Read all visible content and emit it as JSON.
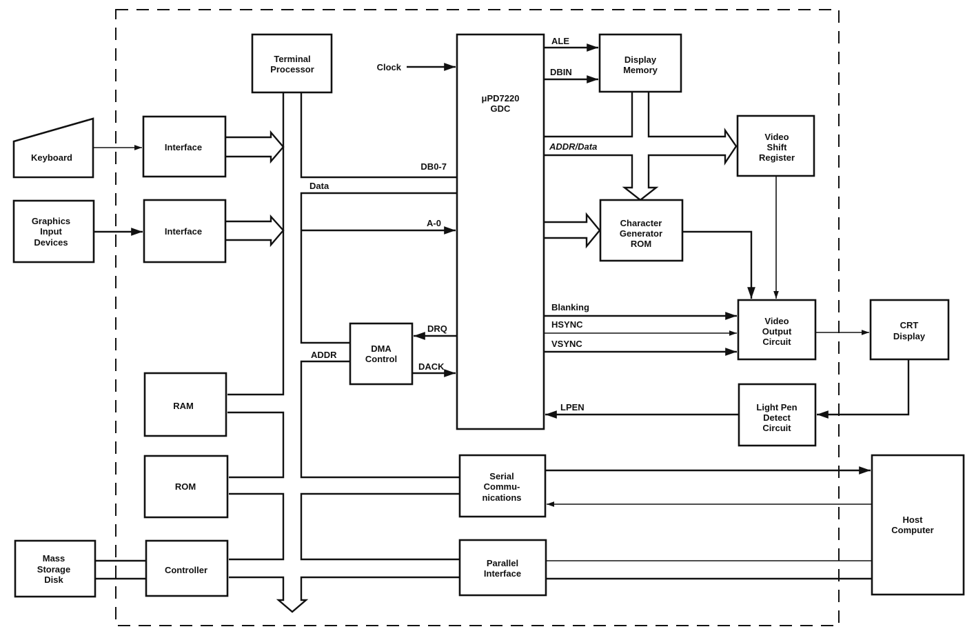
{
  "diagram": {
    "type": "block-diagram",
    "title": "",
    "colors": {
      "ink": "#111111",
      "background": "#ffffff"
    },
    "blocks": {
      "keyboard": [
        "Keyboard"
      ],
      "interface_kb": [
        "Interface"
      ],
      "graphics_input": [
        "Graphics",
        "Input",
        "Devices"
      ],
      "interface_gfx": [
        "Interface"
      ],
      "terminal_processor": [
        "Terminal",
        "Processor"
      ],
      "gdc": [
        "μPD7220",
        "GDC"
      ],
      "display_memory": [
        "Display",
        "Memory"
      ],
      "video_shift_register": [
        "Video",
        "Shift",
        "Register"
      ],
      "char_gen_rom": [
        "Character",
        "Generator",
        "ROM"
      ],
      "video_output": [
        "Video",
        "Output",
        "Circuit"
      ],
      "crt_display": [
        "CRT",
        "Display"
      ],
      "light_pen": [
        "Light Pen",
        "Detect",
        "Circuit"
      ],
      "dma_control": [
        "DMA",
        "Control"
      ],
      "ram": [
        "RAM"
      ],
      "rom": [
        "ROM"
      ],
      "controller": [
        "Controller"
      ],
      "mass_storage": [
        "Mass",
        "Storage",
        "Disk"
      ],
      "serial": [
        "Serial",
        "Commu-",
        "nications"
      ],
      "parallel": [
        "Parallel",
        "Interface"
      ],
      "host": [
        "Host",
        "Computer"
      ]
    },
    "signals": {
      "clock": "Clock",
      "ale": "ALE",
      "dbin": "DBIN",
      "addr_data": "ADDR/Data",
      "db0_7": "DB0-7",
      "data": "Data",
      "a0": "A-0",
      "drq": "DRQ",
      "dack": "DACK",
      "addr": "ADDR",
      "blanking": "Blanking",
      "hsync": "HSYNC",
      "vsync": "VSYNC",
      "lpen": "LPEN"
    },
    "connections": [
      {
        "from": "Keyboard",
        "to": "Interface (keyboard)"
      },
      {
        "from": "Graphics Input Devices",
        "to": "Interface (graphics)"
      },
      {
        "from": "Interface (keyboard)",
        "to": "System bus"
      },
      {
        "from": "Interface (graphics)",
        "to": "System bus"
      },
      {
        "from": "Terminal Processor",
        "to": "System bus"
      },
      {
        "from": "System bus",
        "to": "μPD7220 GDC",
        "signal": "DB0-7 / Data"
      },
      {
        "from": "System bus",
        "to": "μPD7220 GDC",
        "signal": "A-0"
      },
      {
        "from": "μPD7220 GDC",
        "to": "DMA Control",
        "signal": "DRQ"
      },
      {
        "from": "DMA Control",
        "to": "μPD7220 GDC",
        "signal": "DACK"
      },
      {
        "from": "DMA Control",
        "to": "System bus",
        "signal": "ADDR"
      },
      {
        "from": "Clock",
        "to": "μPD7220 GDC"
      },
      {
        "from": "μPD7220 GDC",
        "to": "Display Memory",
        "signal": "ALE"
      },
      {
        "from": "μPD7220 GDC",
        "to": "Display Memory",
        "signal": "DBIN"
      },
      {
        "from": "μPD7220 GDC",
        "to": "Video Shift Register",
        "signal": "ADDR/Data"
      },
      {
        "from": "μPD7220 GDC",
        "to": "Character Generator ROM"
      },
      {
        "from": "Display Memory",
        "to": "Character Generator ROM"
      },
      {
        "from": "Character Generator ROM",
        "to": "Video Output Circuit"
      },
      {
        "from": "Video Shift Register",
        "to": "Video Output Circuit"
      },
      {
        "from": "μPD7220 GDC",
        "to": "Video Output Circuit",
        "signal": "Blanking"
      },
      {
        "from": "μPD7220 GDC",
        "to": "Video Output Circuit",
        "signal": "HSYNC"
      },
      {
        "from": "μPD7220 GDC",
        "to": "Video Output Circuit",
        "signal": "VSYNC"
      },
      {
        "from": "Video Output Circuit",
        "to": "CRT Display"
      },
      {
        "from": "CRT Display",
        "to": "Light Pen Detect Circuit"
      },
      {
        "from": "Light Pen Detect Circuit",
        "to": "μPD7220 GDC",
        "signal": "LPEN"
      },
      {
        "from": "RAM",
        "to": "System bus"
      },
      {
        "from": "ROM",
        "to": "System bus"
      },
      {
        "from": "Controller",
        "to": "System bus"
      },
      {
        "from": "Mass Storage Disk",
        "to": "Controller"
      },
      {
        "from": "System bus",
        "to": "Serial Communications"
      },
      {
        "from": "System bus",
        "to": "Parallel Interface"
      },
      {
        "from": "Serial Communications",
        "to": "Host Computer"
      },
      {
        "from": "Host Computer",
        "to": "Serial Communications"
      },
      {
        "from": "Parallel Interface",
        "to": "Host Computer"
      }
    ]
  }
}
